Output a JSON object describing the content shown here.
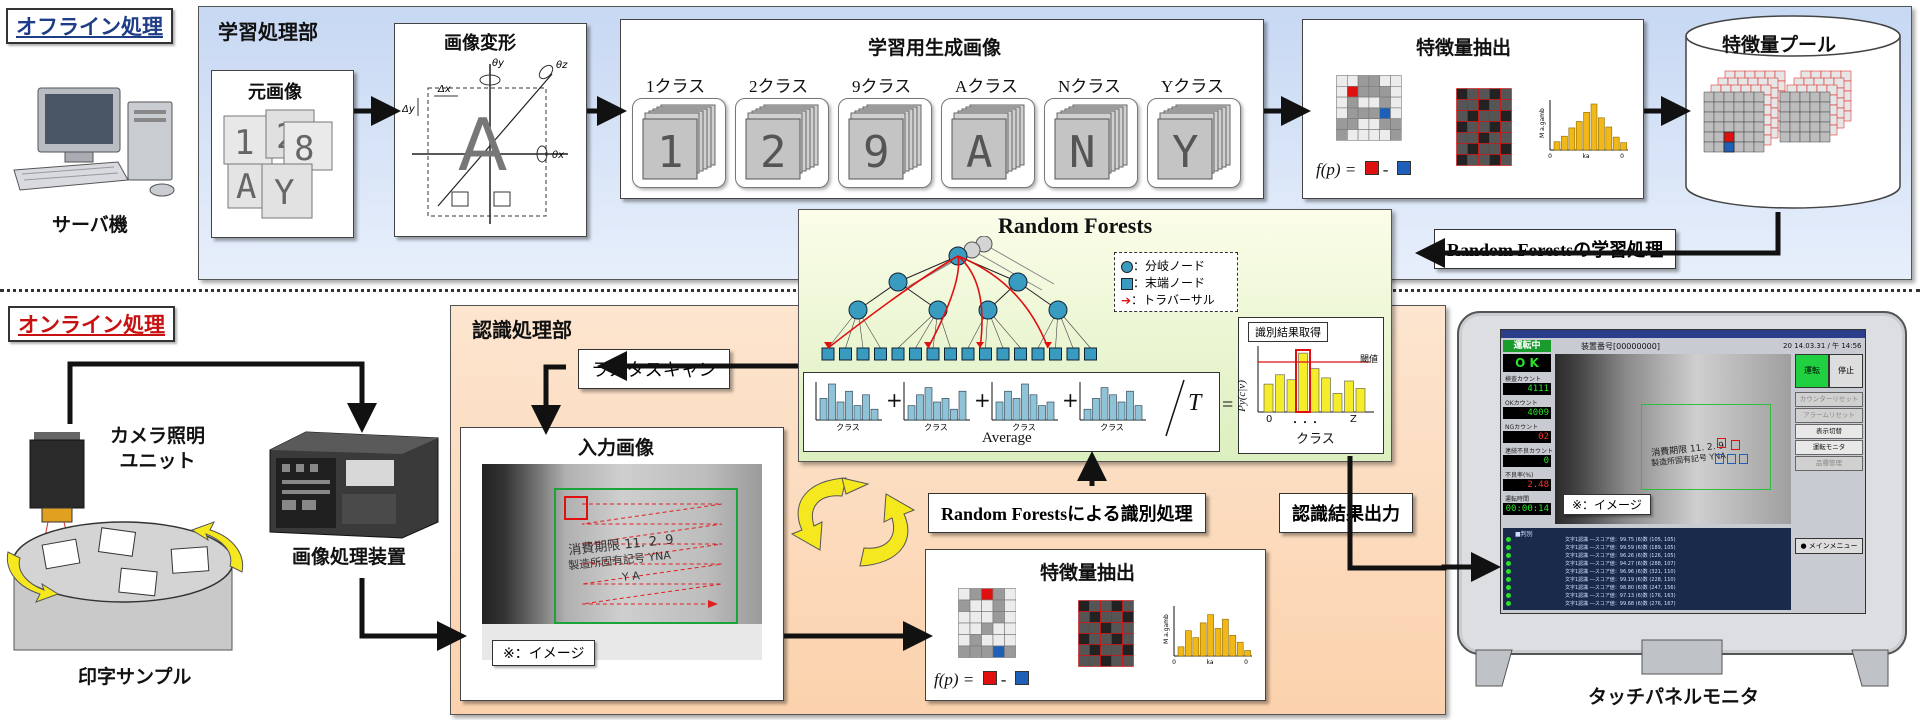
{
  "offline": {
    "section_label": "オフライン処理",
    "region_title": "学習処理部",
    "server_label": "サーバ機",
    "original_image": "元画像",
    "transform": "画像変形",
    "generated_title": "学習用生成画像",
    "classes": [
      {
        "label": "1クラス",
        "glyph": "1"
      },
      {
        "label": "2クラス",
        "glyph": "2"
      },
      {
        "label": "9クラス",
        "glyph": "9"
      },
      {
        "label": "Aクラス",
        "glyph": "A"
      },
      {
        "label": "Nクラス",
        "glyph": "N"
      },
      {
        "label": "Yクラス",
        "glyph": "Y"
      }
    ],
    "feature_extraction": "特徴量抽出",
    "feature_pool": "特徴量プール",
    "rf_learning": "Random Forestsの学習処理",
    "formula_fp": "f(p) =",
    "formula_dash": "-",
    "axis_theta_y": "θy",
    "axis_theta_x": "θx",
    "axis_theta_z": "θz",
    "axis_dx": "Δx",
    "axis_dy": "Δy",
    "transform_glyph": "A",
    "hist_ylabel": "M a.gamb",
    "hist_tick0": "0",
    "hist_tick1": "ka",
    "hist_tick2": "0"
  },
  "random_forests": {
    "title": "Random Forests",
    "legend": [
      "：分岐ノード",
      "：末端ノード",
      "：トラバーサル"
    ],
    "class_label": "クラス",
    "plus": "+",
    "average": "Average",
    "divisor": "T",
    "equals": "=",
    "result_title": "識別結果取得",
    "py_label": "Py(c|v)",
    "result_class": "クラス",
    "tick0": "0",
    "tick_dots": "・・・",
    "tickz": "Z",
    "threshold": "閾値"
  },
  "online": {
    "section_label": "オンライン処理",
    "region_title": "認識処理部",
    "camera": "カメラ照明\nユニット",
    "processor": "画像処理装置",
    "samples": "印字サンプル",
    "raster_scan": "ラスタスキャン",
    "input_image": "入力画像",
    "print_line1": "消費期限 11. 2. 9",
    "print_line2": "製造所固有記号 YNA",
    "print_line3": "Y A",
    "image_note": "※：イメージ",
    "rf_identify": "Random Forestsによる識別処理",
    "recog_output": "認識結果出力",
    "feature_extraction": "特徴量抽出",
    "formula_fp": "f(p) =",
    "formula_dash": "-",
    "touch_monitor": "タッチパネルモニタ"
  },
  "monitor": {
    "running": "運転中",
    "ok": "O K",
    "header_text": "装置番号[00000000]",
    "date_text": "20 14.03.31 / 午 14:56",
    "counts": [
      {
        "label": "検査カウント",
        "value": "4111"
      },
      {
        "label": "OKカウント",
        "value": "4009"
      },
      {
        "label": "NGカウント",
        "value": "02"
      },
      {
        "label": "連続不良カウント",
        "value": "0"
      },
      {
        "label": "不良率(%)",
        "value": "2.48"
      },
      {
        "label": "運転時間",
        "value": "00:00:14"
      }
    ],
    "buttons": [
      "運転",
      "停止"
    ],
    "side_buttons": [
      "カウンターリセット",
      "アラームリセット",
      "表示切替",
      "運転モニタ",
      "品種管理"
    ],
    "menu": "● メインメニュー",
    "note": "※：イメージ",
    "print_line1": "消費期限 11. 2. 9",
    "print_line2": "製造所固有記号 YNA",
    "log_header": "■判別",
    "log_rows": [
      "文字1認識 ―スコア値：99.75 (6)数 (105, 105)",
      "文字1認識 ―スコア値：99.59 (6)数 (189, 105)",
      "文字1認識 ―スコア値：96.26 (6)数 (126, 105)",
      "文字1認識 ―スコア値：94.27 (6)数 (288, 107)",
      "文字1認識 ―スコア値：96.96 (6)数 (321, 110)",
      "文字1認識 ―スコア値：99.19 (6)数 (228, 110)",
      "文字1認識 ―スコア値：98.80 (6)数 (247, 156)",
      "文字1認識 ―スコア値：97.13 (6)数 (176, 163)",
      "文字1認識 ―スコア値：99.68 (6)数 (276, 167)"
    ]
  }
}
